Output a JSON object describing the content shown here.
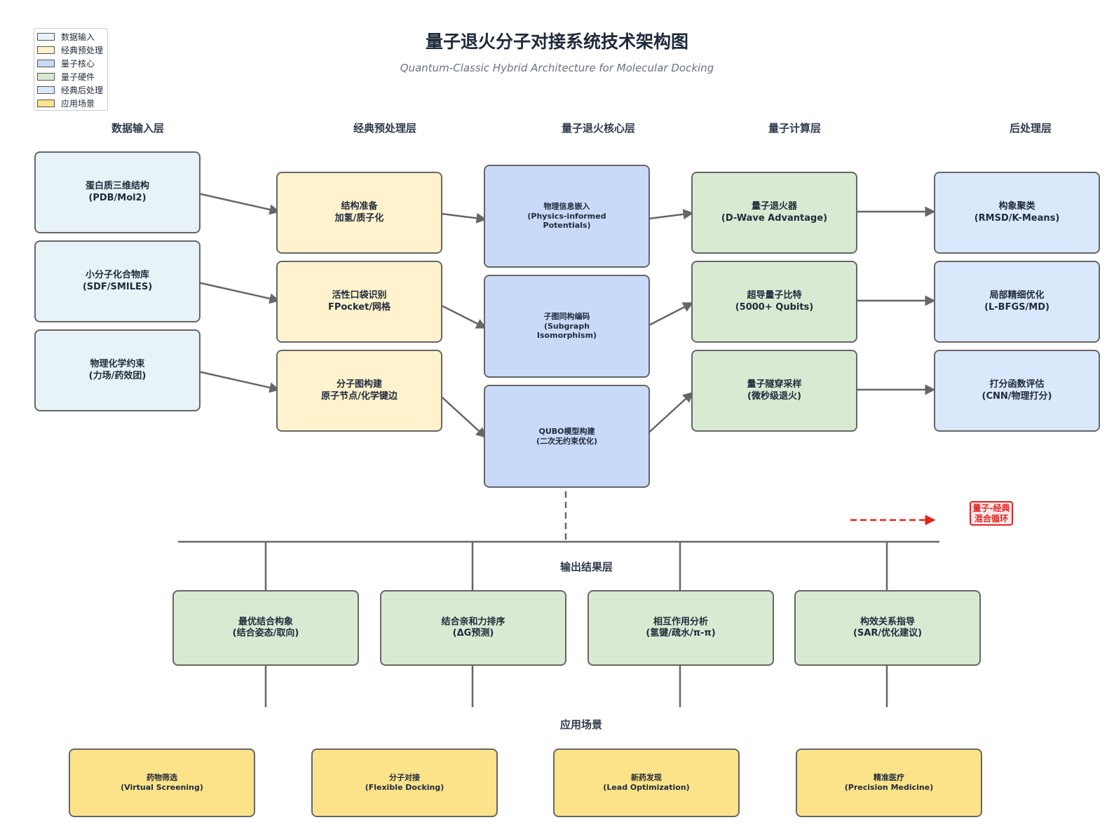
{
  "title": "量子退火分子对接系统技术架构图",
  "subtitle": "Quantum-Classic Hybrid Architecture for Molecular Docking",
  "colors": {
    "input": "#e8f3f8",
    "preprocess": "#fff2cc",
    "quantum_core": "#c9daf8",
    "quantum_hw": "#d9ead3",
    "postprocess": "#dae8fb",
    "application": "#fce38a",
    "border": "#666666",
    "hybrid_loop": "#e02424"
  },
  "legend": [
    {
      "label": "数据输入",
      "color": "#e8f3f8"
    },
    {
      "label": "经典预处理",
      "color": "#fff2cc"
    },
    {
      "label": "量子核心",
      "color": "#c9daf8"
    },
    {
      "label": "量子硬件",
      "color": "#d9ead3"
    },
    {
      "label": "经典后处理",
      "color": "#dae8fb"
    },
    {
      "label": "应用场景",
      "color": "#fce38a"
    }
  ],
  "layers": {
    "input": "数据输入层",
    "preprocess": "经典预处理层",
    "core": "量子退火核心层",
    "compute": "量子计算层",
    "post": "后处理层",
    "output": "输出结果层",
    "apps": "应用场景"
  },
  "input_boxes": [
    {
      "line1": "蛋白质三维结构",
      "line2": "(PDB/Mol2)"
    },
    {
      "line1": "小分子化合物库",
      "line2": "(SDF/SMILES)"
    },
    {
      "line1": "物理化学约束",
      "line2": "(力场/药效团)"
    }
  ],
  "preprocess_boxes": [
    {
      "line1": "结构准备",
      "line2": "加氢/质子化"
    },
    {
      "line1": "活性口袋识别",
      "line2": "FPocket/网格"
    },
    {
      "line1": "分子图构建",
      "line2": "原子节点/化学键边"
    }
  ],
  "core_boxes": [
    {
      "line1": "物理信息嵌入",
      "line2": "(Physics-informed",
      "line3": "Potentials)"
    },
    {
      "line1": "子图同构编码",
      "line2": "(Subgraph",
      "line3": "Isomorphism)"
    },
    {
      "line1": "QUBO模型构建",
      "line2": "(二次无约束优化)"
    }
  ],
  "hw_boxes": [
    {
      "line1": "量子退火器",
      "line2": "(D-Wave Advantage)"
    },
    {
      "line1": "超导量子比特",
      "line2": "(5000+ Qubits)"
    },
    {
      "line1": "量子隧穿采样",
      "line2": "(微秒级退火)"
    }
  ],
  "post_boxes": [
    {
      "line1": "构象聚类",
      "line2": "(RMSD/K-Means)"
    },
    {
      "line1": "局部精细优化",
      "line2": "(L-BFGS/MD)"
    },
    {
      "line1": "打分函数评估",
      "line2": "(CNN/物理打分)"
    }
  ],
  "output_boxes": [
    {
      "line1": "最优结合构象",
      "line2": "(结合姿态/取向)"
    },
    {
      "line1": "结合亲和力排序",
      "line2": "(ΔG预测)"
    },
    {
      "line1": "相互作用分析",
      "line2": "(氢键/疏水/π-π)"
    },
    {
      "line1": "构效关系指导",
      "line2": "(SAR/优化建议)"
    }
  ],
  "app_boxes": [
    {
      "line1": "药物筛选",
      "line2": "(Virtual Screening)"
    },
    {
      "line1": "分子对接",
      "line2": "(Flexible Docking)"
    },
    {
      "line1": "新药发现",
      "line2": "(Lead Optimization)"
    },
    {
      "line1": "精准医疗",
      "line2": "(Precision Medicine)"
    }
  ],
  "hybrid_loop": {
    "line1": "量子-经典",
    "line2": "混合循环"
  }
}
